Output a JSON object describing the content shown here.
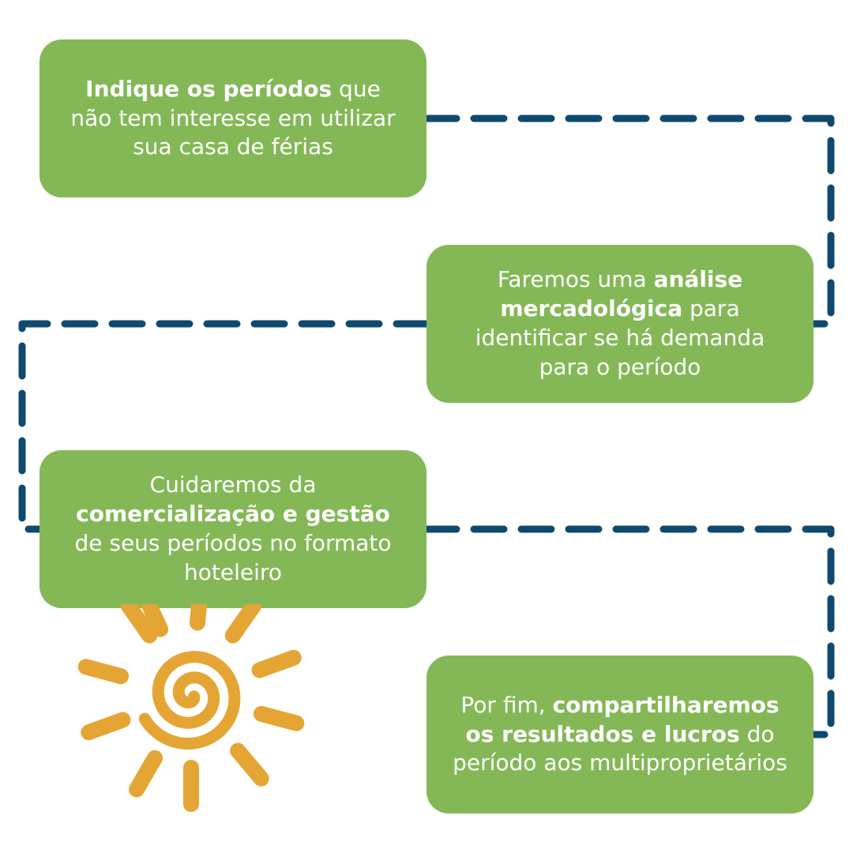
{
  "colors": {
    "box_fill": "#84b857",
    "box_text": "#ffffff",
    "connector": "#0f4a6e",
    "sun": "#e5a535"
  },
  "steps": [
    {
      "parts": [
        {
          "text": "Indique os períodos",
          "bold": true
        },
        {
          "text": " que não tem interesse em utilizar sua casa de férias",
          "bold": false
        }
      ]
    },
    {
      "parts": [
        {
          "text": "Faremos uma ",
          "bold": false
        },
        {
          "text": "análise mercadológica",
          "bold": true
        },
        {
          "text": " para identificar se há demanda para o período",
          "bold": false
        }
      ]
    },
    {
      "parts": [
        {
          "text": "Cuidaremos da ",
          "bold": false
        },
        {
          "text": "comercialização e gestão",
          "bold": true
        },
        {
          "text": " de seus períodos no formato hoteleiro",
          "bold": false
        }
      ]
    },
    {
      "parts": [
        {
          "text": "Por fim, ",
          "bold": false
        },
        {
          "text": "compartilharemos os resultados e lucros",
          "bold": true
        },
        {
          "text": " do período aos multiproprietários",
          "bold": false
        }
      ]
    }
  ],
  "decoration": {
    "icon": "sun-spiral-icon"
  }
}
